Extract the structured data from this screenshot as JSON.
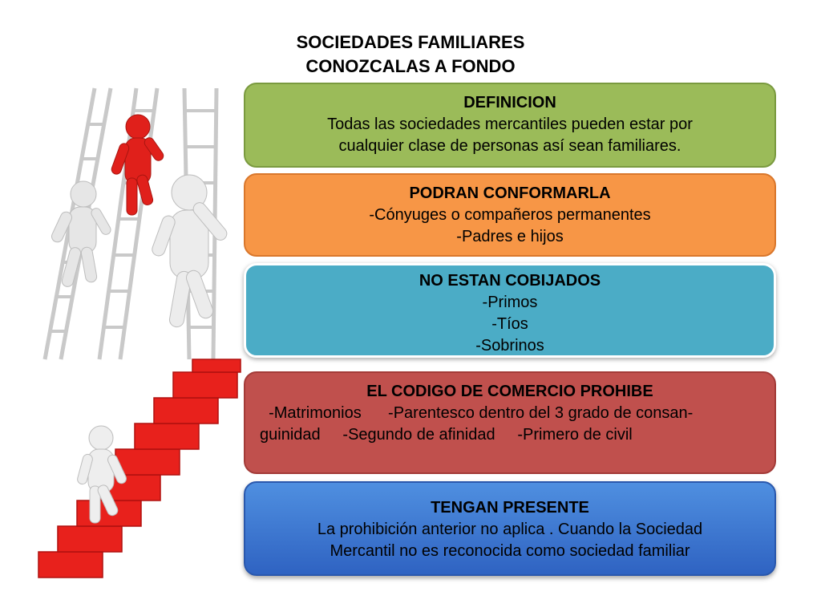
{
  "title": {
    "line1": "SOCIEDADES FAMILIARES",
    "line2": "CONOZCALAS  A  FONDO"
  },
  "boxes": {
    "definicion": {
      "heading": "DEFINICION",
      "lines": [
        "Todas las sociedades mercantiles  pueden estar   por",
        "cualquier  clase de personas  así sean familiares."
      ]
    },
    "podran": {
      "heading": "PODRAN CONFORMARLA",
      "lines": [
        "-Cónyuges o  compañeros  permanentes",
        "-Padres e hijos"
      ]
    },
    "no_estan": {
      "heading": "NO ESTAN COBIJADOS",
      "lines": [
        "-Primos",
        "-Tíos",
        "-Sobrinos"
      ]
    },
    "codigo": {
      "heading": "EL CODIGO DE COMERCIO  PROHIBE",
      "lines": [
        "  -Matrimonios      -Parentesco dentro del 3 grado de consan-",
        "guinidad     -Segundo de afinidad     -Primero de civil"
      ]
    },
    "tengan": {
      "heading": "TENGAN PRESENTE",
      "lines": [
        "La prohibición anterior no aplica . Cuando  la Sociedad",
        "Mercantil no es reconocida como sociedad familiar"
      ]
    }
  },
  "colors": {
    "green": "#9bbb59",
    "orange": "#f79646",
    "teal": "#4bacc6",
    "red": "#c0504d",
    "blue": "#3a74d0",
    "figure_red": "#e0201b",
    "stairs_red": "#e8211c"
  },
  "illustration": {
    "icons": [
      "ladder-icon",
      "person-figure-icon",
      "red-stairs-icon"
    ]
  }
}
